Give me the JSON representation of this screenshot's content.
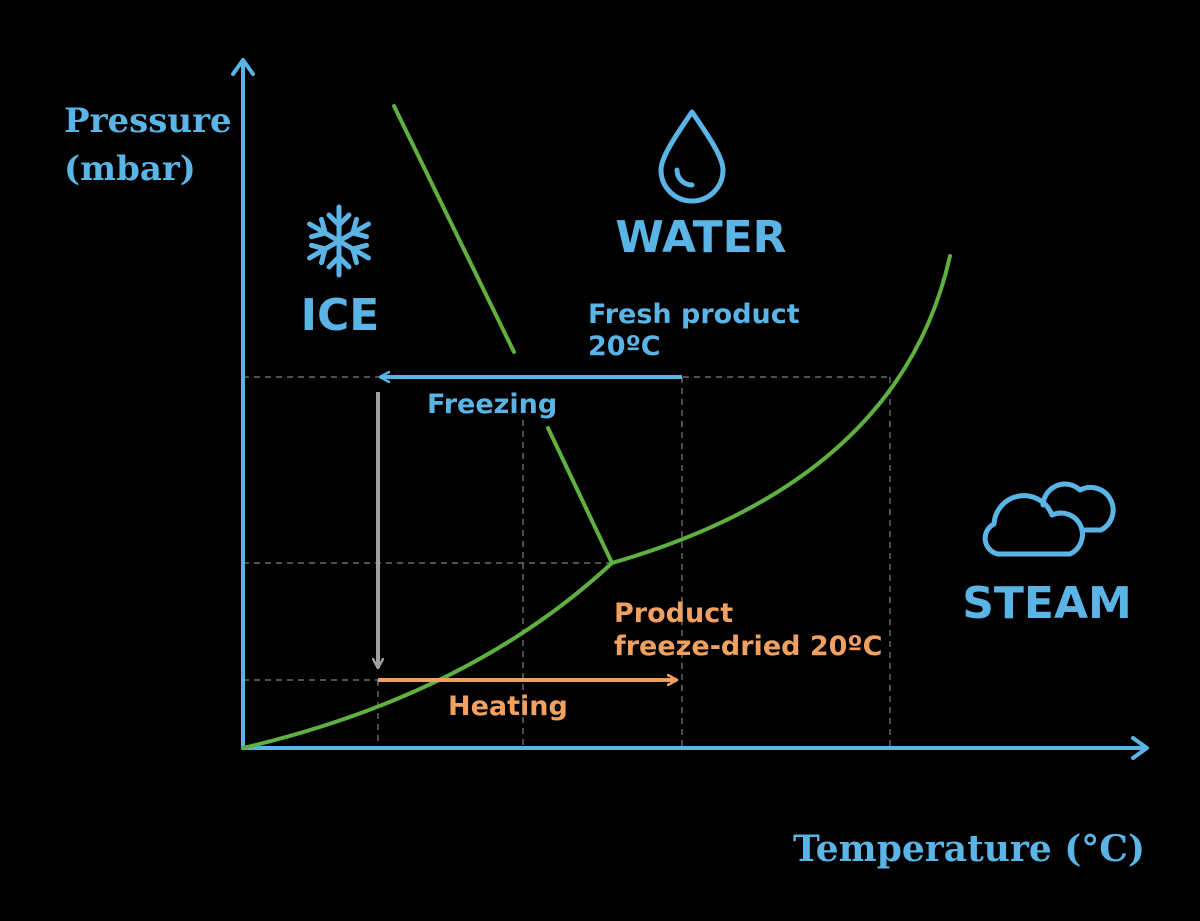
{
  "axes": {
    "y_title_line1": "Pressure",
    "y_title_line2": "(mbar)",
    "x_title": "Temperature (°C)"
  },
  "regions": {
    "ice": "ICE",
    "water": "WATER",
    "steam": "STEAM"
  },
  "annotations": {
    "fresh_line1": "Fresh product",
    "fresh_line2": "20ºC",
    "freezing": "Freezing",
    "product_line1": "Product",
    "product_line2": "freeze-dried 20ºC",
    "heating": "Heating"
  },
  "icons": {
    "ice": "snowflake-icon",
    "water": "water-drop-icon",
    "steam": "cloud-icon"
  },
  "colors": {
    "background": "#000000",
    "axis": "#5ab4e6",
    "phase_boundary": "#5fb040",
    "freezing_arrow": "#5ab4e6",
    "vacuum_arrow": "#a0a0a0",
    "heating_arrow": "#f0a060",
    "guide_lines": "#808080"
  }
}
